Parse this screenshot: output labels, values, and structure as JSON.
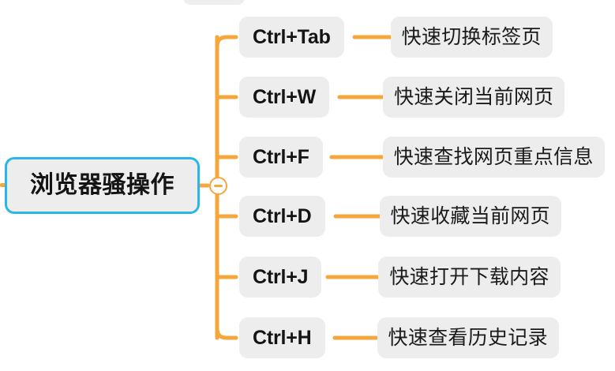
{
  "diagram": {
    "type": "mind-map",
    "title": "浏览器骚操作",
    "orientation": "left-to-right",
    "colors": {
      "branch_line": "#f5a73c",
      "root_border": "#29b6e8",
      "node_fill": "#ededed",
      "text": "#141414",
      "background": "#ffffff"
    },
    "root": {
      "label": "浏览器骚操作"
    },
    "toggle": {
      "name": "collapse-toggle",
      "state": "expanded",
      "glyph": "minus-icon"
    },
    "branches": [
      {
        "key": "Ctrl+Tab",
        "description": "快速切换标签页"
      },
      {
        "key": "Ctrl+W",
        "description": "快速关闭当前网页"
      },
      {
        "key": "Ctrl+F",
        "description": "快速查找网页重点信息"
      },
      {
        "key": "Ctrl+D",
        "description": "快速收藏当前网页"
      },
      {
        "key": "Ctrl+J",
        "description": "快速打开下载内容"
      },
      {
        "key": "Ctrl+H",
        "description": "快速查看历史记录"
      }
    ]
  }
}
